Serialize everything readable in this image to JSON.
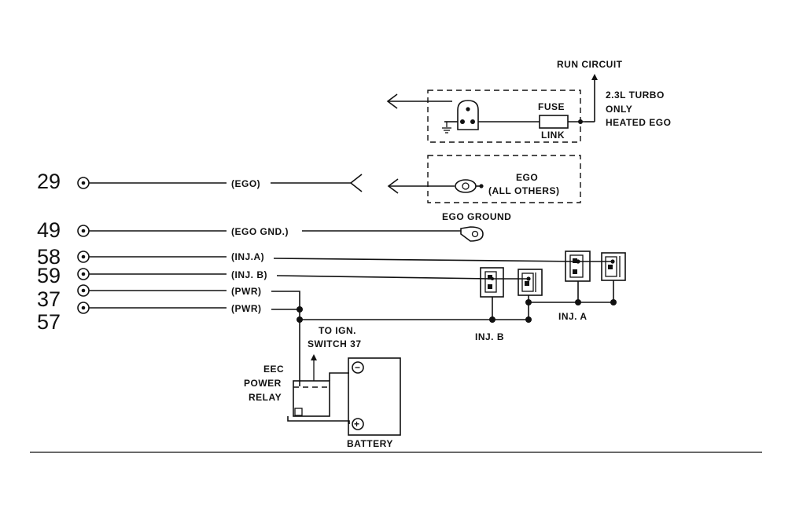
{
  "pins": [
    {
      "number": "29",
      "signal": "(EGO)"
    },
    {
      "number": "49",
      "signal": "(EGO GND.)"
    },
    {
      "number": "58",
      "signal": "(INJ.A)"
    },
    {
      "number": "59",
      "signal": "(INJ. B)"
    },
    {
      "number": "37",
      "signal": "(PWR)"
    },
    {
      "number": "57",
      "signal": "(PWR)"
    }
  ],
  "labels": {
    "run_circuit": "RUN CIRCUIT",
    "turbo_line1": "2.3L TURBO",
    "turbo_line2": "ONLY",
    "turbo_line3": "HEATED EGO",
    "fuse": "FUSE",
    "link": "LINK",
    "ego": "EGO",
    "all_others": "(ALL OTHERS)",
    "ego_ground": "EGO GROUND",
    "inj_a": "INJ. A",
    "inj_b": "INJ. B",
    "to_ign_line1": "TO IGN.",
    "to_ign_line2": "SWITCH 37",
    "relay_line1": "EEC",
    "relay_line2": "POWER",
    "relay_line3": "RELAY",
    "battery": "BATTERY",
    "battery_neg": "−",
    "battery_pos": "+"
  }
}
